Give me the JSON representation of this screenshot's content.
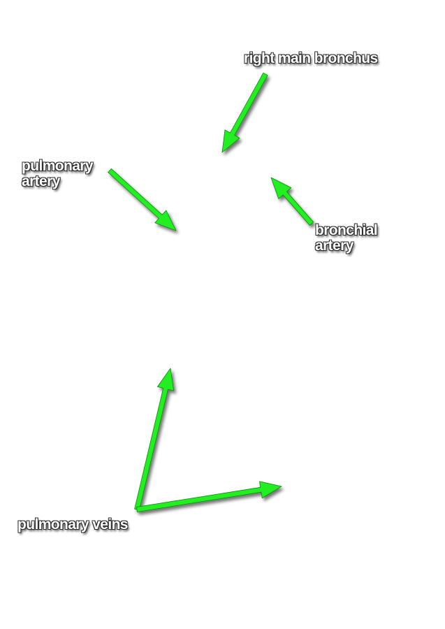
{
  "labels": {
    "right_main_bronchus": "right main bronchus",
    "pulmonary_artery": [
      "pulmonary",
      "artery"
    ],
    "bronchial_artery": [
      "bronchial",
      "artery"
    ],
    "pulmonary_veins": "pulmonary veins"
  },
  "colors": {
    "background": "#ffffff",
    "arrow": "#22ee22",
    "arrow_outline": "#0a8a0a",
    "label_text": "#ffffff",
    "label_outline": "#2a2a2a"
  }
}
